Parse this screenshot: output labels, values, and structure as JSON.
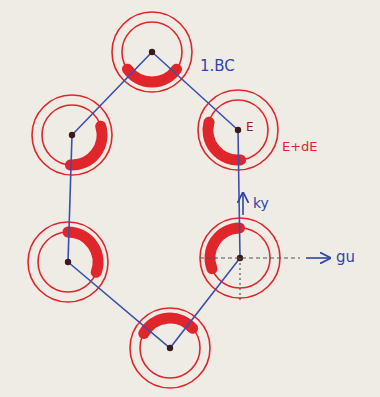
{
  "diagram": {
    "labels": [
      "1.BC",
      "E",
      "E+dE",
      "ky",
      "gu"
    ]
  }
}
